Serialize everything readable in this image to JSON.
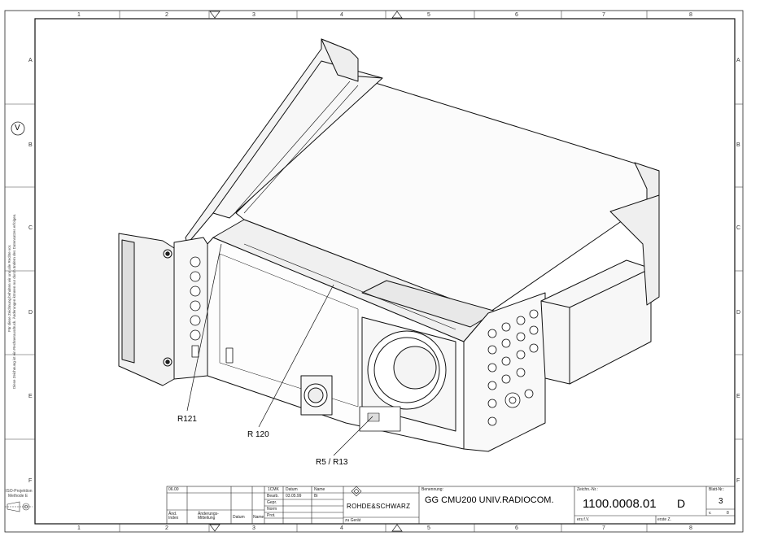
{
  "zones": {
    "columns": [
      "1",
      "2",
      "3",
      "4",
      "5",
      "6",
      "7",
      "8"
    ],
    "rows": [
      "A",
      "B",
      "C",
      "D",
      "E",
      "F"
    ]
  },
  "callouts": [
    {
      "label": "R121"
    },
    {
      "label": "R 120"
    },
    {
      "label": "R5 / R13"
    }
  ],
  "view_symbol": "V",
  "side_note": {
    "line1": "Für diese Zeichnung behalten wir uns alle Rechte vor.",
    "line2": "Diese Zeichnung ist ein Rechnerausdruck. Änderungen können nur durch ändern des Datensatzes erfolgen."
  },
  "projection": {
    "line1": "ISO-Projektion",
    "line2": "Methode E"
  },
  "title_block": {
    "edition": "06.00",
    "rev_headers": {
      "index": "Änd. Index",
      "message": "Änderungs- Mitteilung",
      "date": "Datum",
      "name": "Name"
    },
    "signoff": {
      "col_dept": "1CMK",
      "col_date": "Datum",
      "col_name": "Name",
      "rows": [
        {
          "role": "Bearb.",
          "date": "03.05.99",
          "name": "Bi"
        },
        {
          "role": "Gepr.",
          "date": "",
          "name": ""
        },
        {
          "role": "Norm",
          "date": "",
          "name": ""
        },
        {
          "role": "Prot.",
          "date": "",
          "name": ""
        }
      ]
    },
    "company": "ROHDE&SCHWARZ",
    "belongs_to": "zu Gerät",
    "designation_label": "Benennung:",
    "designation": "GG CMU200 UNIV.RADIOCOM.",
    "drawing_no_label": "Zeichn.-Nr.:",
    "drawing_no": "1100.0008.01",
    "drawing_type": "D",
    "sheet_label": "Blatt-Nr.:",
    "sheet_no": "3",
    "sheet_of_prefix": "v.",
    "sheet_total": "8",
    "replaces_label": "ers.f.V.",
    "replaced_by_label": "erste Z."
  }
}
